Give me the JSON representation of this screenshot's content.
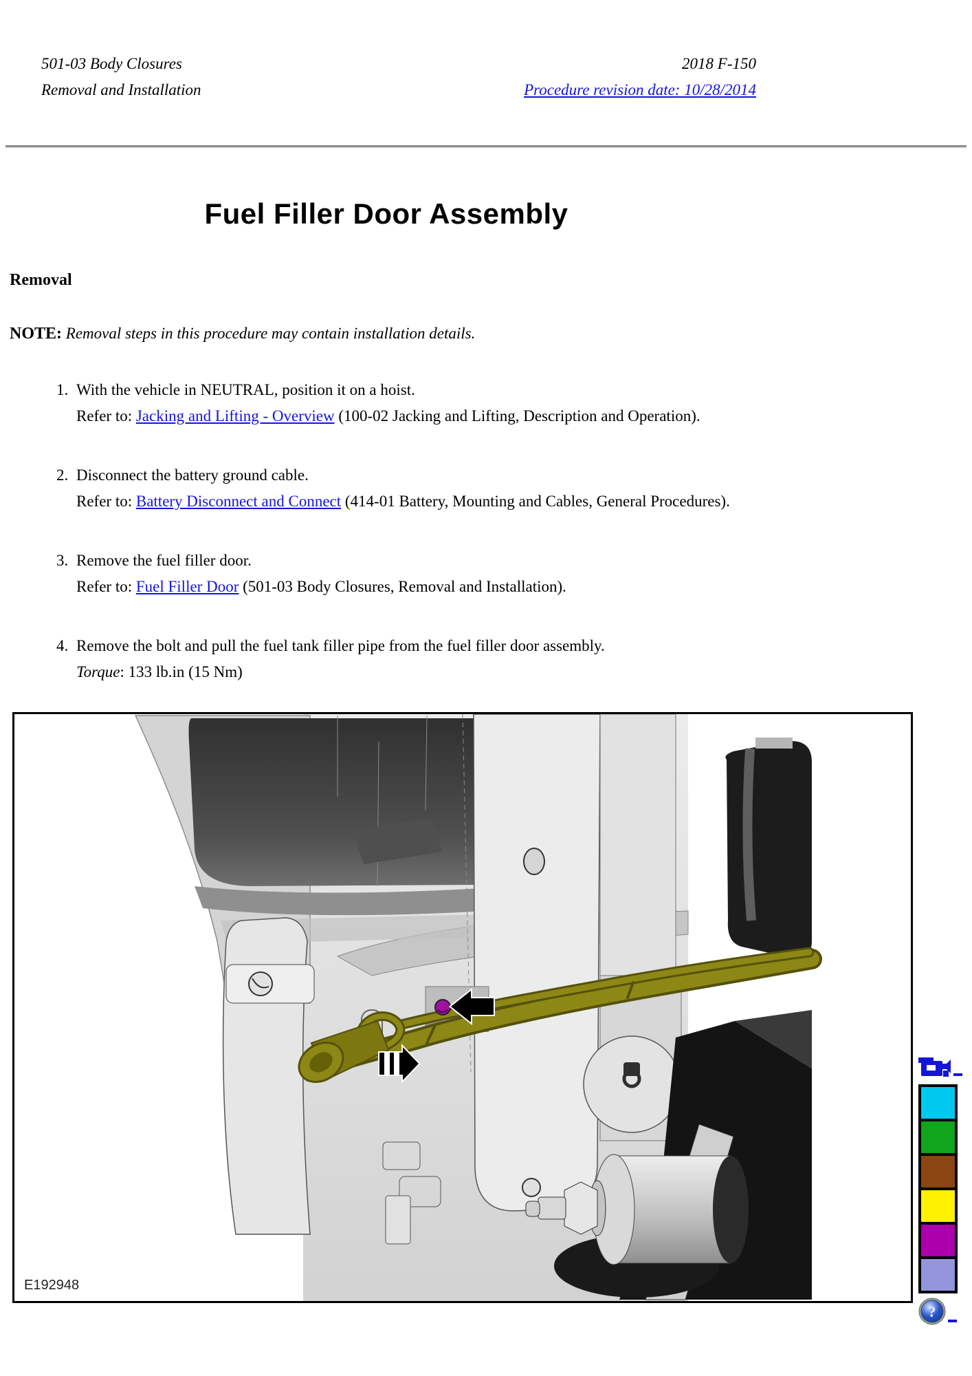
{
  "header": {
    "section": "501-03 Body Closures",
    "subsection": "Removal and Installation",
    "vehicle": "2018 F-150",
    "revision_link": "Procedure revision date: 10/28/2014"
  },
  "title": "Fuel Filler Door Assembly",
  "section_heading": "Removal",
  "note": {
    "label": "NOTE:",
    "text": "Removal steps in this procedure may contain installation details."
  },
  "steps": [
    {
      "text": "With the vehicle in NEUTRAL, position it on a hoist.",
      "refer_prefix": "Refer to: ",
      "link": "Jacking and Lifting - Overview",
      "suffix": " (100-02 Jacking and Lifting, Description and Operation)."
    },
    {
      "text": "Disconnect the battery ground cable.",
      "refer_prefix": "Refer to: ",
      "link": "Battery Disconnect and Connect",
      "suffix": " (414-01 Battery, Mounting and Cables, General Procedures)."
    },
    {
      "text": "Remove the fuel filler door.",
      "refer_prefix": "Refer to: ",
      "link": "Fuel Filler Door",
      "suffix": " (501-03 Body Closures, Removal and Installation)."
    },
    {
      "text": "Remove the bolt and pull the fuel tank filler pipe from the fuel filler door assembly.",
      "torque_label": "Torque",
      "torque_value": ": 133 lb.in (15 Nm)"
    }
  ],
  "figure": {
    "label": "E192948"
  },
  "toolbar": {
    "help_glyph": "?",
    "swatches": [
      {
        "name": "cyan",
        "hex": "#00c9ef"
      },
      {
        "name": "green",
        "hex": "#10a51c"
      },
      {
        "name": "brown",
        "hex": "#8a4513"
      },
      {
        "name": "yellow",
        "hex": "#fff100"
      },
      {
        "name": "magenta",
        "hex": "#ab00ab"
      },
      {
        "name": "lavender",
        "hex": "#9394dc"
      }
    ]
  },
  "colors": {
    "link": "#1414e0",
    "pipe_highlight": "#8d8716",
    "bolt_highlight": "#a011a0"
  }
}
